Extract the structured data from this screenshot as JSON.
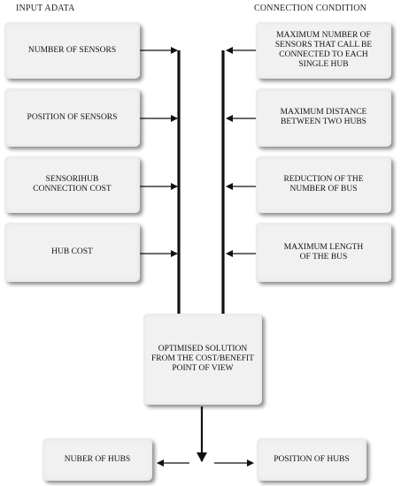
{
  "headings": {
    "input": "INPUT ADATA",
    "condition": "CONNECTION CONDITION"
  },
  "inputs": [
    {
      "label": "NUMBER OF SENSORS"
    },
    {
      "label": "POSITION OF SENSORS"
    },
    {
      "label": "SENSORIHUB\nCONNECTION COST"
    },
    {
      "label": "HUB COST"
    }
  ],
  "conditions": [
    {
      "label": "MAXIMUM NUMBER OF\nSENSORS THAT CALL BE\nCONNECTED TO EACH\nSINGLE HUB"
    },
    {
      "label": "MAXIMUM DISTANCE\nBETWEEN TWO HUBS"
    },
    {
      "label": "REDUCTION OF THE\nNUMBER OF BUS"
    },
    {
      "label": "MAXIMUM LENGTH\nOF THE BUS"
    }
  ],
  "solution": {
    "label": "OPTIMISED SOLUTION\nFROM THE COST/BENEFIT\nPOINT OF VIEW"
  },
  "outputs": [
    {
      "label": "NUBER OF HUBS"
    },
    {
      "label": "POSITION OF HUBS"
    }
  ],
  "colors": {
    "box_fill": "#f1f1f1",
    "line": "#111111",
    "text": "#111111"
  }
}
